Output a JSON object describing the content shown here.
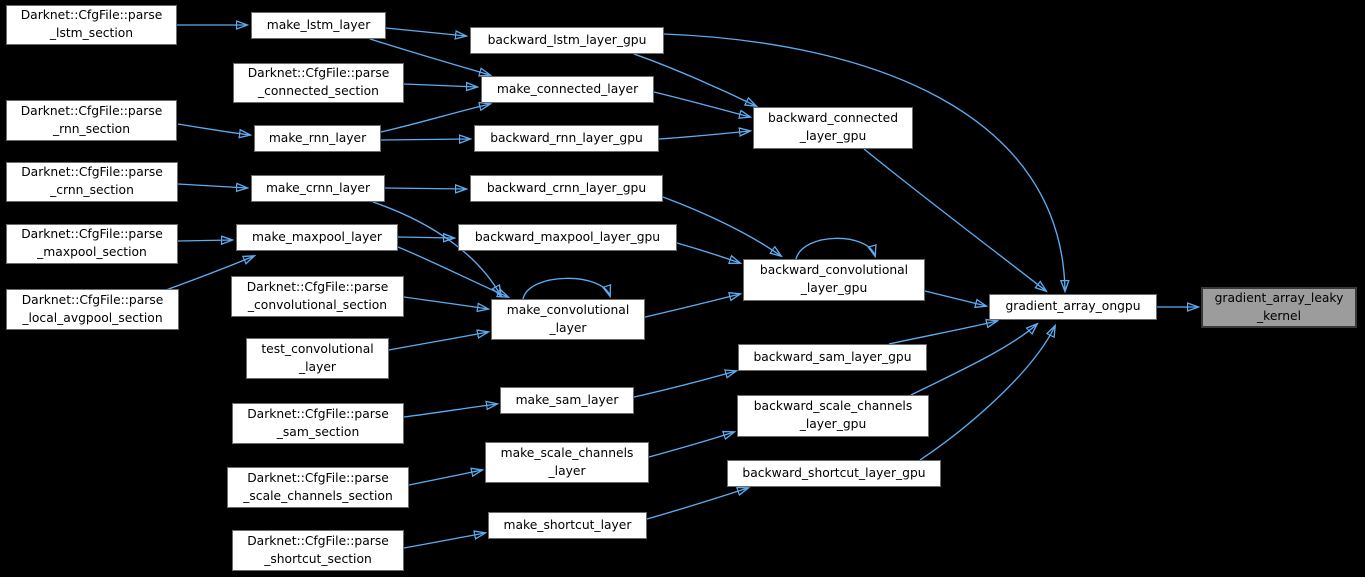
{
  "diagram": {
    "type": "call-graph",
    "colors": {
      "background": "#000000",
      "edge": "#5badf2",
      "node_fill": "#ffffff",
      "node_border": "#6b6b6b",
      "highlight_fill": "#9c9c9c",
      "highlight_border": "#383838",
      "text": "#000000"
    },
    "nodes": [
      {
        "id": "parse-lstm-section",
        "label": "Darknet::CfgFile::parse\n_lstm_section",
        "highlighted": false
      },
      {
        "id": "make-lstm-layer",
        "label": "make_lstm_layer",
        "highlighted": false
      },
      {
        "id": "backward-lstm-layer-gpu",
        "label": "backward_lstm_layer_gpu",
        "highlighted": false
      },
      {
        "id": "parse-connected-section",
        "label": "Darknet::CfgFile::parse\n_connected_section",
        "highlighted": false
      },
      {
        "id": "make-connected-layer",
        "label": "make_connected_layer",
        "highlighted": false
      },
      {
        "id": "parse-rnn-section",
        "label": "Darknet::CfgFile::parse\n_rnn_section",
        "highlighted": false
      },
      {
        "id": "make-rnn-layer",
        "label": "make_rnn_layer",
        "highlighted": false
      },
      {
        "id": "backward-rnn-layer-gpu",
        "label": "backward_rnn_layer_gpu",
        "highlighted": false
      },
      {
        "id": "backward-connected-layer-gpu",
        "label": "backward_connected\n_layer_gpu",
        "highlighted": false
      },
      {
        "id": "parse-crnn-section",
        "label": "Darknet::CfgFile::parse\n_crnn_section",
        "highlighted": false
      },
      {
        "id": "make-crnn-layer",
        "label": "make_crnn_layer",
        "highlighted": false
      },
      {
        "id": "backward-crnn-layer-gpu",
        "label": "backward_crnn_layer_gpu",
        "highlighted": false
      },
      {
        "id": "parse-maxpool-section",
        "label": "Darknet::CfgFile::parse\n_maxpool_section",
        "highlighted": false
      },
      {
        "id": "make-maxpool-layer",
        "label": "make_maxpool_layer",
        "highlighted": false
      },
      {
        "id": "backward-maxpool-layer-gpu",
        "label": "backward_maxpool_layer_gpu",
        "highlighted": false
      },
      {
        "id": "parse-local-avgpool-section",
        "label": "Darknet::CfgFile::parse\n_local_avgpool_section",
        "highlighted": false
      },
      {
        "id": "parse-convolutional-section",
        "label": "Darknet::CfgFile::parse\n_convolutional_section",
        "highlighted": false
      },
      {
        "id": "make-convolutional-layer",
        "label": "make_convolutional\n_layer",
        "highlighted": false
      },
      {
        "id": "test-convolutional-layer",
        "label": "test_convolutional\n_layer",
        "highlighted": false
      },
      {
        "id": "backward-convolutional-layer-gpu",
        "label": "backward_convolutional\n_layer_gpu",
        "highlighted": false
      },
      {
        "id": "backward-sam-layer-gpu",
        "label": "backward_sam_layer_gpu",
        "highlighted": false
      },
      {
        "id": "make-sam-layer",
        "label": "make_sam_layer",
        "highlighted": false
      },
      {
        "id": "parse-sam-section",
        "label": "Darknet::CfgFile::parse\n_sam_section",
        "highlighted": false
      },
      {
        "id": "backward-scale-channels-layer-gpu",
        "label": "backward_scale_channels\n_layer_gpu",
        "highlighted": false
      },
      {
        "id": "make-scale-channels-layer",
        "label": "make_scale_channels\n_layer",
        "highlighted": false
      },
      {
        "id": "parse-scale-channels-section",
        "label": "Darknet::CfgFile::parse\n_scale_channels_section",
        "highlighted": false
      },
      {
        "id": "backward-shortcut-layer-gpu",
        "label": "backward_shortcut_layer_gpu",
        "highlighted": false
      },
      {
        "id": "make-shortcut-layer",
        "label": "make_shortcut_layer",
        "highlighted": false
      },
      {
        "id": "parse-shortcut-section",
        "label": "Darknet::CfgFile::parse\n_shortcut_section",
        "highlighted": false
      },
      {
        "id": "gradient-array-ongpu",
        "label": "gradient_array_ongpu",
        "highlighted": false
      },
      {
        "id": "gradient-array-leaky-kernel",
        "label": "gradient_array_leaky\n_kernel",
        "highlighted": true
      }
    ],
    "edges": [
      {
        "from": "parse-lstm-section",
        "to": "make-lstm-layer"
      },
      {
        "from": "make-lstm-layer",
        "to": "backward-lstm-layer-gpu"
      },
      {
        "from": "make-lstm-layer",
        "to": "make-connected-layer"
      },
      {
        "from": "parse-connected-section",
        "to": "make-connected-layer"
      },
      {
        "from": "make-rnn-layer",
        "to": "make-connected-layer"
      },
      {
        "from": "parse-rnn-section",
        "to": "make-rnn-layer"
      },
      {
        "from": "make-rnn-layer",
        "to": "backward-rnn-layer-gpu"
      },
      {
        "from": "parse-crnn-section",
        "to": "make-crnn-layer"
      },
      {
        "from": "make-crnn-layer",
        "to": "backward-crnn-layer-gpu"
      },
      {
        "from": "make-crnn-layer",
        "to": "make-convolutional-layer"
      },
      {
        "from": "parse-maxpool-section",
        "to": "make-maxpool-layer"
      },
      {
        "from": "parse-local-avgpool-section",
        "to": "make-maxpool-layer"
      },
      {
        "from": "make-maxpool-layer",
        "to": "backward-maxpool-layer-gpu"
      },
      {
        "from": "make-maxpool-layer",
        "to": "make-convolutional-layer"
      },
      {
        "from": "parse-convolutional-section",
        "to": "make-convolutional-layer"
      },
      {
        "from": "test-convolutional-layer",
        "to": "make-convolutional-layer"
      },
      {
        "from": "make-convolutional-layer",
        "to": "make-convolutional-layer"
      },
      {
        "from": "make-sam-layer",
        "to": "backward-sam-layer-gpu"
      },
      {
        "from": "parse-sam-section",
        "to": "make-sam-layer"
      },
      {
        "from": "make-scale-channels-layer",
        "to": "backward-scale-channels-layer-gpu"
      },
      {
        "from": "parse-scale-channels-section",
        "to": "make-scale-channels-layer"
      },
      {
        "from": "make-shortcut-layer",
        "to": "backward-shortcut-layer-gpu"
      },
      {
        "from": "parse-shortcut-section",
        "to": "make-shortcut-layer"
      },
      {
        "from": "backward-lstm-layer-gpu",
        "to": "gradient-array-ongpu"
      },
      {
        "from": "backward-lstm-layer-gpu",
        "to": "backward-connected-layer-gpu"
      },
      {
        "from": "make-connected-layer",
        "to": "backward-connected-layer-gpu"
      },
      {
        "from": "backward-rnn-layer-gpu",
        "to": "backward-connected-layer-gpu"
      },
      {
        "from": "backward-connected-layer-gpu",
        "to": "gradient-array-ongpu"
      },
      {
        "from": "backward-crnn-layer-gpu",
        "to": "backward-convolutional-layer-gpu"
      },
      {
        "from": "backward-maxpool-layer-gpu",
        "to": "backward-convolutional-layer-gpu"
      },
      {
        "from": "make-convolutional-layer",
        "to": "backward-convolutional-layer-gpu"
      },
      {
        "from": "backward-convolutional-layer-gpu",
        "to": "backward-convolutional-layer-gpu"
      },
      {
        "from": "backward-convolutional-layer-gpu",
        "to": "gradient-array-ongpu"
      },
      {
        "from": "backward-sam-layer-gpu",
        "to": "gradient-array-ongpu"
      },
      {
        "from": "backward-scale-channels-layer-gpu",
        "to": "gradient-array-ongpu"
      },
      {
        "from": "backward-shortcut-layer-gpu",
        "to": "gradient-array-ongpu"
      },
      {
        "from": "gradient-array-ongpu",
        "to": "gradient-array-leaky-kernel"
      }
    ]
  }
}
